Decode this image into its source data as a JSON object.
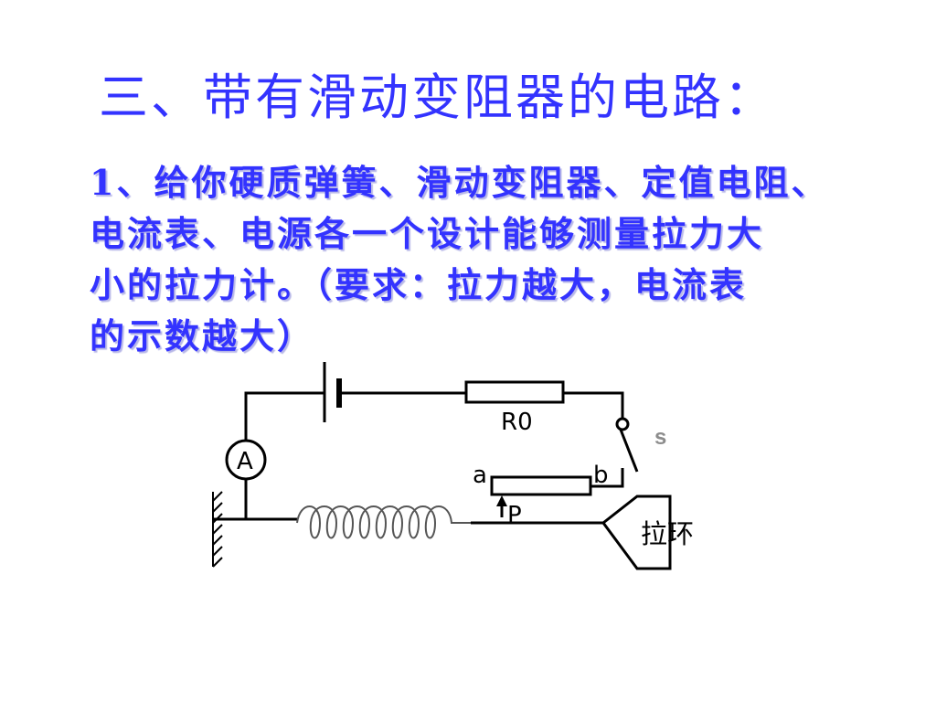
{
  "title": "三、带有滑动变阻器的电路：",
  "problem": {
    "lines": [
      "1、给你硬质弹簧、滑动变阻器、定值电阻、",
      "电流表、电源各一个设计能够测量拉力大",
      "小的拉力计。（要求：拉力越大，电流表",
      "的示数越大）"
    ]
  },
  "diagram": {
    "resistor_label": "R0",
    "ammeter_label": "A",
    "switch_label": "s",
    "end_a_label": "a",
    "end_b_label": "b",
    "slider_label": "P",
    "pull_ring_label": "拉环"
  }
}
